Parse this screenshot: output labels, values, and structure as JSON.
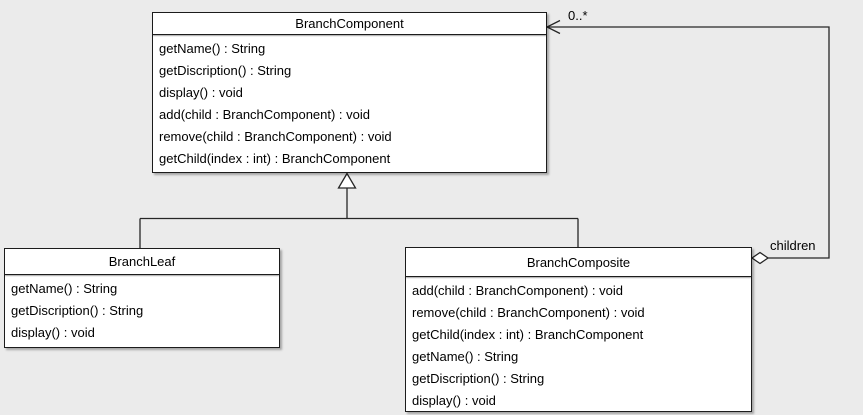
{
  "diagram": {
    "type": "uml-class-diagram",
    "colors": {
      "background": "#ebebeb",
      "node_fill": "#ffffff",
      "line": "#262626",
      "text": "#000000"
    },
    "classes": [
      {
        "name": "BranchComponent",
        "methods": [
          "getName() : String",
          "getDiscription() : String",
          "display() : void",
          "add(child : BranchComponent) : void",
          "remove(child : BranchComponent) : void",
          "getChild(index : int) : BranchComponent"
        ]
      },
      {
        "name": "BranchLeaf",
        "methods": [
          "getName() : String",
          "getDiscription() : String",
          "display() : void"
        ]
      },
      {
        "name": "BranchComposite",
        "methods": [
          "add(child : BranchComponent) : void",
          "remove(child : BranchComponent) : void",
          "getChild(index : int) : BranchComponent",
          "getName() : String",
          "getDiscription() : String",
          "display() : void"
        ]
      }
    ],
    "relationships": [
      {
        "type": "generalization",
        "from": "BranchLeaf",
        "to": "BranchComponent"
      },
      {
        "type": "generalization",
        "from": "BranchComposite",
        "to": "BranchComponent"
      },
      {
        "type": "aggregation",
        "from": "BranchComposite",
        "to": "BranchComponent",
        "multiplicity": "0..*",
        "label": "children"
      }
    ]
  }
}
